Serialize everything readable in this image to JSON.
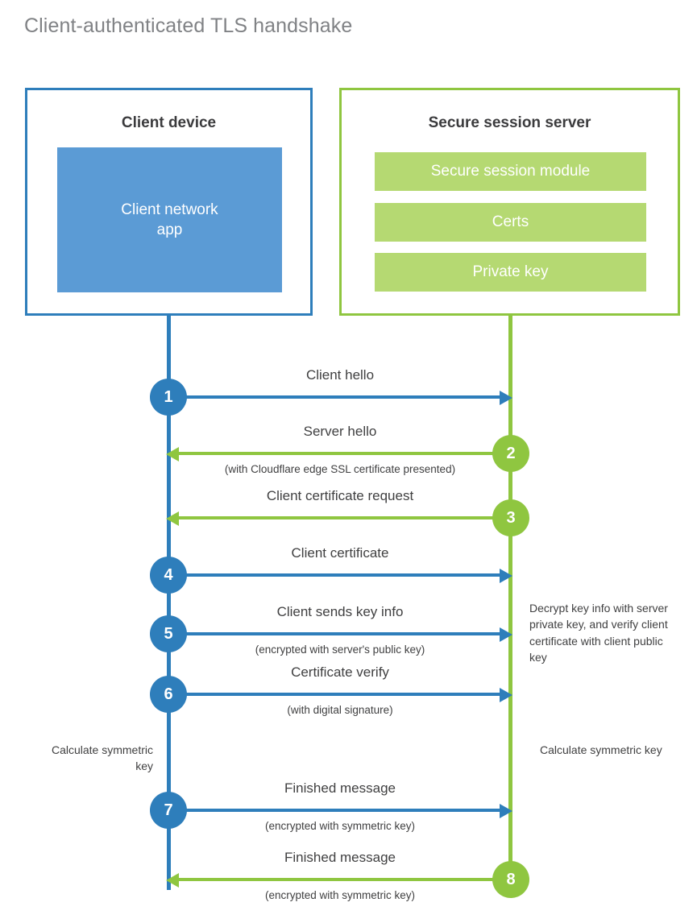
{
  "title": "Client-authenticated TLS handshake",
  "colors": {
    "client_blue": "#2E7EBB",
    "client_app_blue": "#5B9BD5",
    "server_green": "#8FC640",
    "server_bar_green": "#B5D972",
    "title_gray": "#808285",
    "text_gray": "#404041"
  },
  "client": {
    "title": "Client device",
    "app_label": "Client network\napp"
  },
  "server": {
    "title": "Secure session server",
    "bars": [
      "Secure session module",
      "Certs",
      "Private key"
    ]
  },
  "notes": {
    "decrypt": "Decrypt key info with server private key, and verify client certificate with client public key",
    "calculate_client": "Calculate symmetric key",
    "calculate_server": "Calculate symmetric key"
  },
  "chart_data": {
    "type": "sequence-diagram",
    "actors": [
      "Client device",
      "Secure session server"
    ],
    "steps": [
      {
        "number": "1",
        "label": "Client hello",
        "sublabel": "",
        "from": "client",
        "to": "server",
        "direction": "right",
        "color": "#2E7EBB"
      },
      {
        "number": "2",
        "label": "Server hello",
        "sublabel": "(with Cloudflare edge SSL certificate presented)",
        "from": "server",
        "to": "client",
        "direction": "left",
        "color": "#8FC640"
      },
      {
        "number": "3",
        "label": "Client certificate request",
        "sublabel": "",
        "from": "server",
        "to": "client",
        "direction": "left",
        "color": "#8FC640"
      },
      {
        "number": "4",
        "label": "Client certificate",
        "sublabel": "",
        "from": "client",
        "to": "server",
        "direction": "right",
        "color": "#2E7EBB"
      },
      {
        "number": "5",
        "label": "Client sends key info",
        "sublabel": "(encrypted with server's public key)",
        "from": "client",
        "to": "server",
        "direction": "right",
        "color": "#2E7EBB"
      },
      {
        "number": "6",
        "label": "Certificate verify",
        "sublabel": "(with digital signature)",
        "from": "client",
        "to": "server",
        "direction": "right",
        "color": "#2E7EBB"
      },
      {
        "number": "7",
        "label": "Finished message",
        "sublabel": "(encrypted with symmetric key)",
        "from": "client",
        "to": "server",
        "direction": "right",
        "color": "#2E7EBB"
      },
      {
        "number": "8",
        "label": "Finished message",
        "sublabel": "(encrypted with symmetric key)",
        "from": "server",
        "to": "client",
        "direction": "left",
        "color": "#8FC640"
      }
    ]
  },
  "layout": {
    "step_tops": [
      493,
      563,
      643,
      714,
      787,
      862,
      1006,
      1092
    ]
  }
}
